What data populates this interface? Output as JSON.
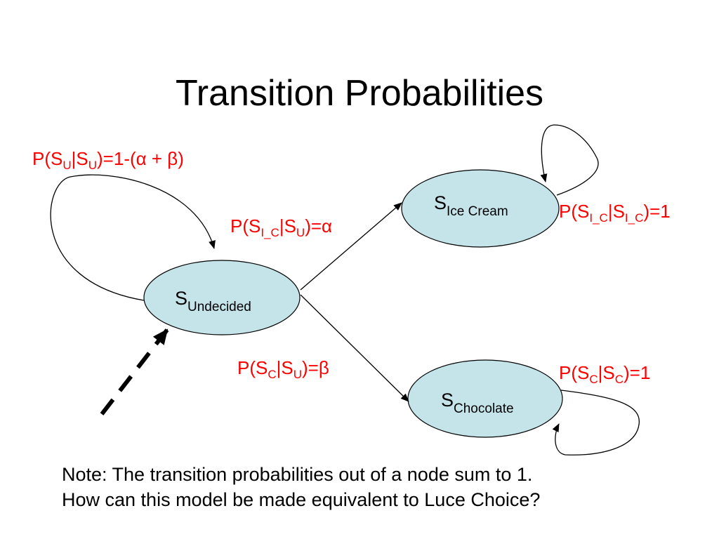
{
  "title": "Transition Probabilities",
  "nodes": {
    "undecided": {
      "main": "S",
      "sub": "Undecided"
    },
    "ice_cream": {
      "main": "S",
      "sub": "Ice Cream"
    },
    "chocolate": {
      "main": "S",
      "sub": "Chocolate"
    }
  },
  "probabilities": {
    "uu": {
      "a": "P(S",
      "s1": "U",
      "b": "|S",
      "s2": "U",
      "c": ")=1-(α + β)"
    },
    "icu": {
      "a": "P(S",
      "s1": "I_C",
      "b": "|S",
      "s2": "U",
      "c": ")=α"
    },
    "icic": {
      "a": "P(S",
      "s1": "I_C",
      "b": "|S",
      "s2": "I_C",
      "c": ")=1"
    },
    "cu": {
      "a": "P(S",
      "s1": "C",
      "b": "|S",
      "s2": "U",
      "c": ")=β"
    },
    "cc": {
      "a": "P(S",
      "s1": "C",
      "b": "|S",
      "s2": "C",
      "c": ")=1"
    }
  },
  "note": {
    "line1": "Note: The transition probabilities out of a node sum to 1.",
    "line2": "How can this model be made equivalent to Luce Choice?"
  },
  "colors": {
    "node_fill": "#c5e4ea",
    "prob_text": "#ff0000"
  }
}
